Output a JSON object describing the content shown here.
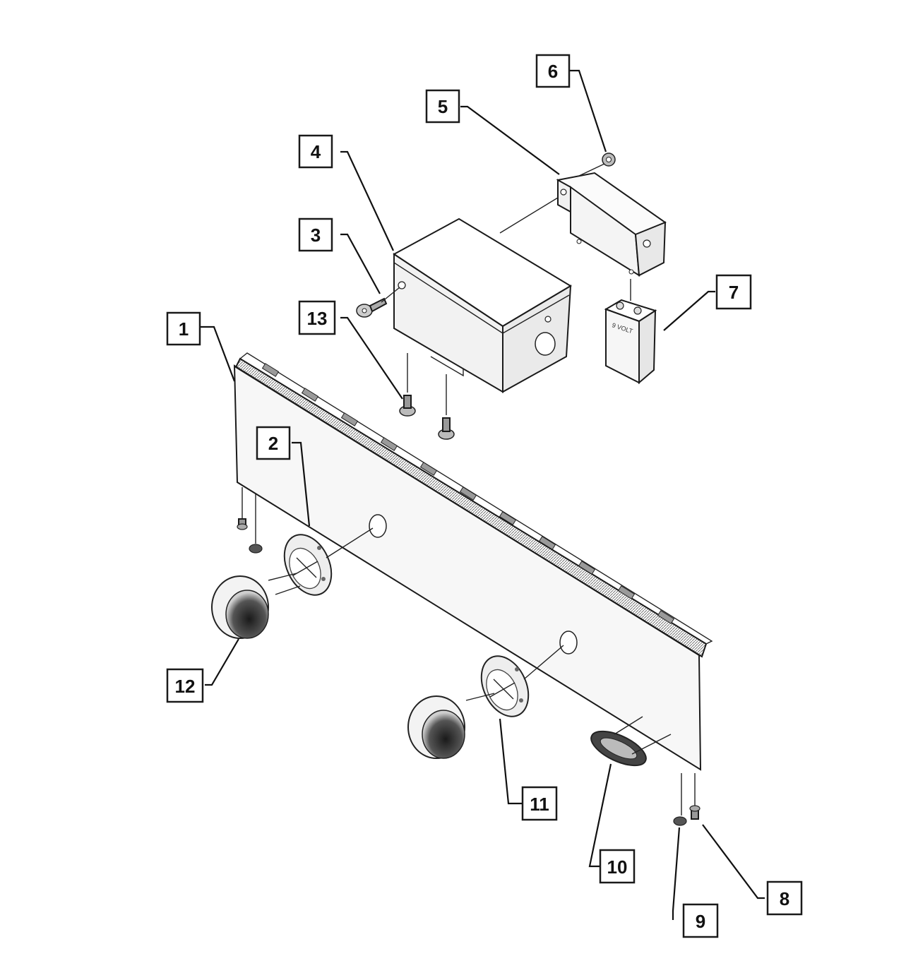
{
  "diagram": {
    "callouts": [
      {
        "id": "1",
        "label": "1"
      },
      {
        "id": "2",
        "label": "2"
      },
      {
        "id": "3",
        "label": "3"
      },
      {
        "id": "4",
        "label": "4"
      },
      {
        "id": "5",
        "label": "5"
      },
      {
        "id": "6",
        "label": "6"
      },
      {
        "id": "7",
        "label": "7"
      },
      {
        "id": "8",
        "label": "8"
      },
      {
        "id": "9",
        "label": "9"
      },
      {
        "id": "10",
        "label": "10"
      },
      {
        "id": "11",
        "label": "11"
      },
      {
        "id": "12",
        "label": "12"
      },
      {
        "id": "13",
        "label": "13"
      }
    ],
    "battery_text": "9 VOLT"
  }
}
